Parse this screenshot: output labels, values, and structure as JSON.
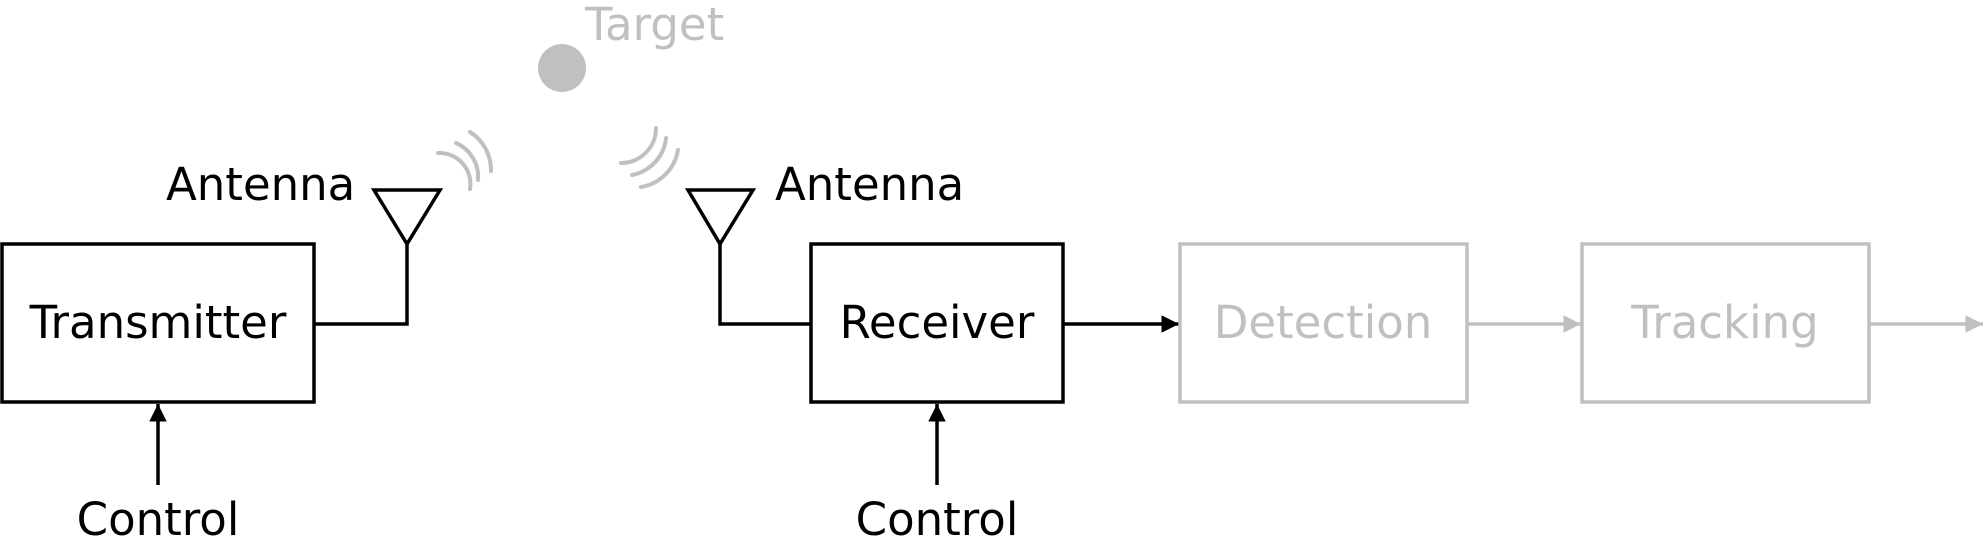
{
  "colors": {
    "active": "#000000",
    "inactive": "#c0c0c0",
    "background": "#ffffff"
  },
  "target": {
    "label": "Target",
    "icon": "target-dot-icon"
  },
  "transmitter": {
    "label": "Transmitter",
    "antenna_label": "Antenna",
    "control_label": "Control"
  },
  "receiver": {
    "label": "Receiver",
    "antenna_label": "Antenna",
    "control_label": "Control"
  },
  "processing": {
    "detection_label": "Detection",
    "tracking_label": "Tracking"
  }
}
